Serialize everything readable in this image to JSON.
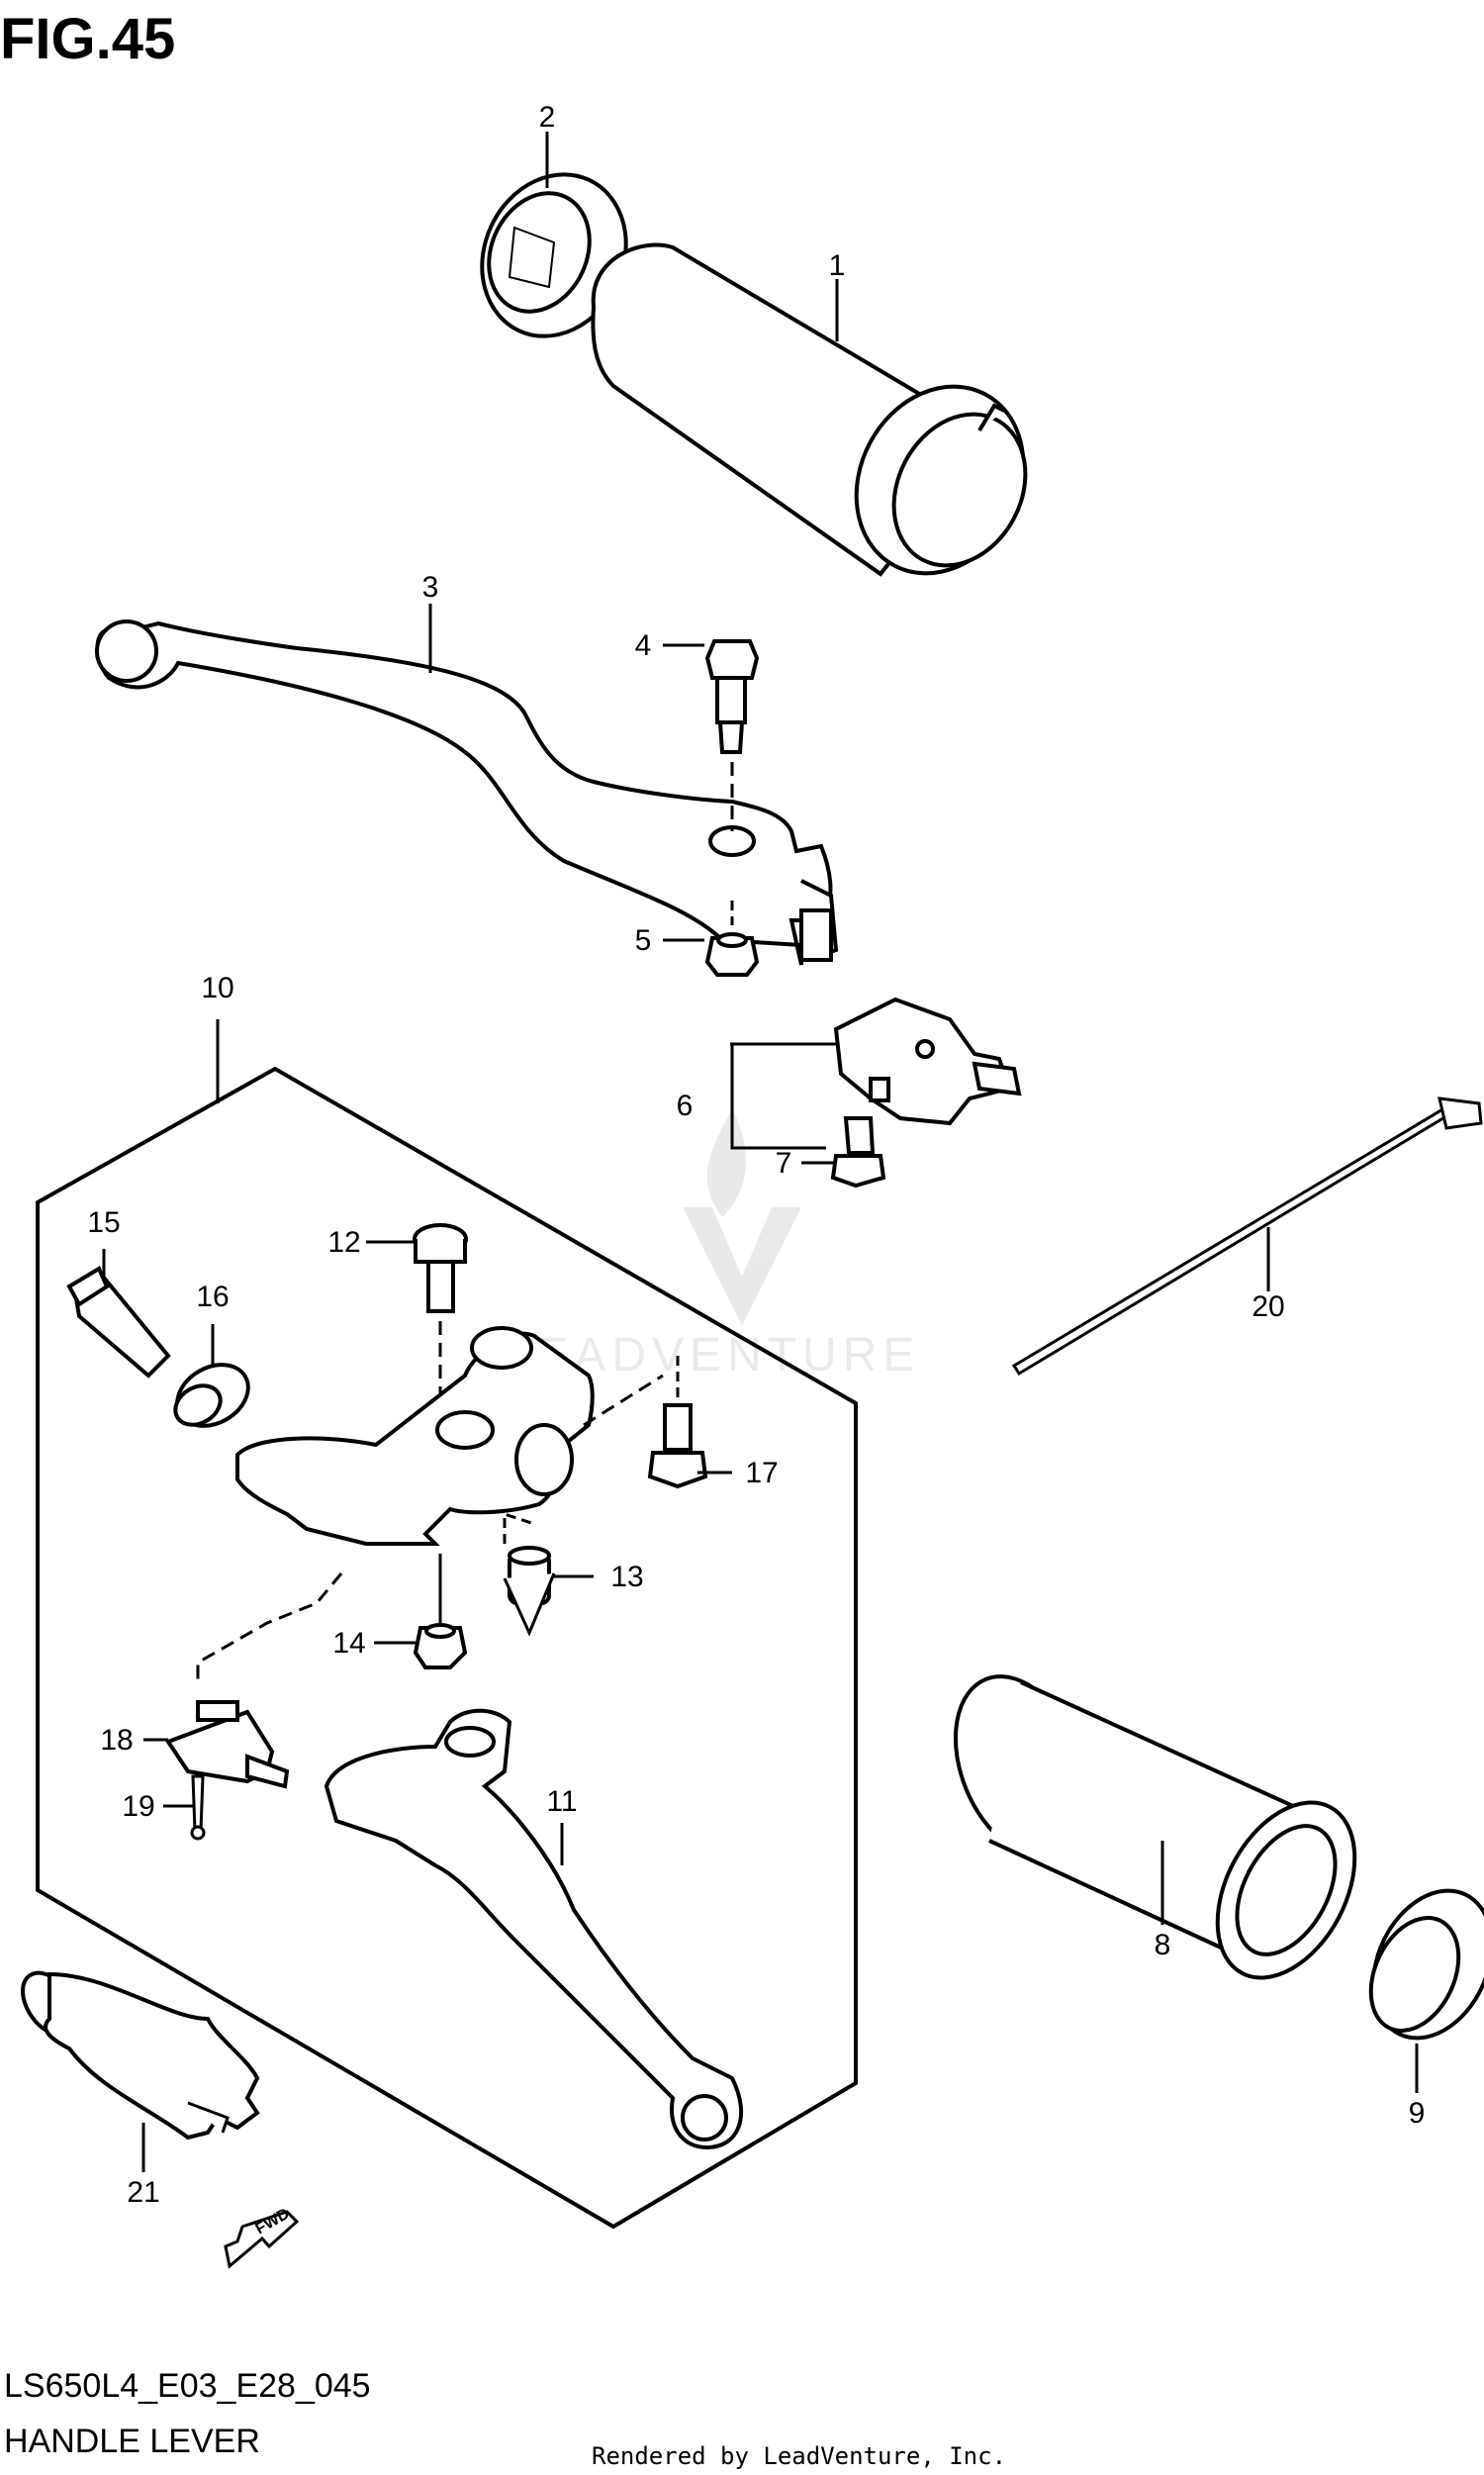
{
  "figure": {
    "title": "FIG.45",
    "code": "LS650L4_E03_E28_045",
    "caption": "HANDLE LEVER",
    "rendered_by": "Rendered by LeadVenture, Inc.",
    "watermark": "LEADVENTURE",
    "fwd_label": "FWD"
  },
  "callouts": {
    "c1": "1",
    "c2": "2",
    "c3": "3",
    "c4": "4",
    "c5": "5",
    "c6": "6",
    "c7": "7",
    "c8": "8",
    "c9": "9",
    "c10": "10",
    "c11": "11",
    "c12": "12",
    "c13": "13",
    "c14": "14",
    "c15": "15",
    "c16": "16",
    "c17": "17",
    "c18": "18",
    "c19": "19",
    "c20": "20",
    "c21": "21"
  }
}
